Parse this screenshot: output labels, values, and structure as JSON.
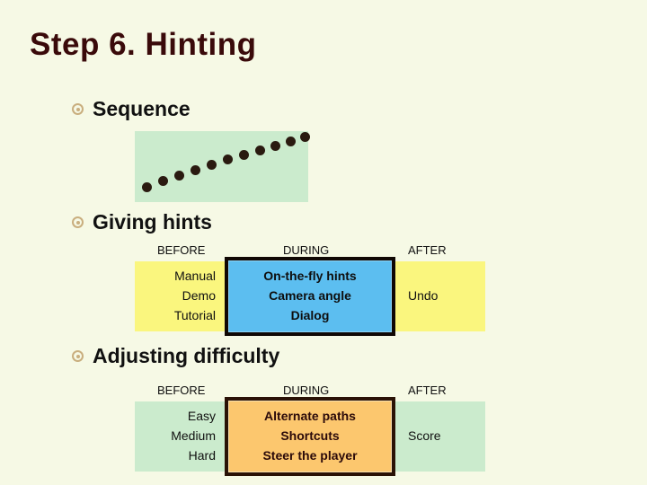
{
  "slide": {
    "title": "Step 6. Hinting",
    "bullet_icon": "concentric-circle-bullet-icon",
    "background_color": "#F6F9E5",
    "title_color": "#3A0A0A",
    "bullet_color": "#C9AE7E"
  },
  "bullets": [
    {
      "label": "Sequence"
    },
    {
      "label": "Giving hints"
    },
    {
      "label": "Adjusting difficulty"
    }
  ],
  "sequence_graphic": {
    "name": "ascending-dot-sequence",
    "box_color": "#CBEBCD",
    "dot_color": "#2A1A10",
    "dot_count": 11
  },
  "chart_data": {
    "type": "table",
    "title": "Hinting matrices",
    "tables": [
      {
        "id": "giving-hints",
        "band_color": "#FAF67E",
        "highlight_color": "#5CBEF0",
        "columns": [
          "BEFORE",
          "DURING",
          "AFTER"
        ],
        "cells": [
          [
            "Manual",
            "Demo",
            "Tutorial"
          ],
          [
            "On-the-fly hints",
            "Camera angle",
            "Dialog"
          ],
          [
            "Undo"
          ]
        ]
      },
      {
        "id": "adjusting-difficulty",
        "band_color": "#CBEBCD",
        "highlight_color": "#FCC76E",
        "columns": [
          "BEFORE",
          "DURING",
          "AFTER"
        ],
        "cells": [
          [
            "Easy",
            "Medium",
            "Hard"
          ],
          [
            "Alternate paths",
            "Shortcuts",
            "Steer the player"
          ],
          [
            "Score"
          ]
        ]
      }
    ]
  }
}
